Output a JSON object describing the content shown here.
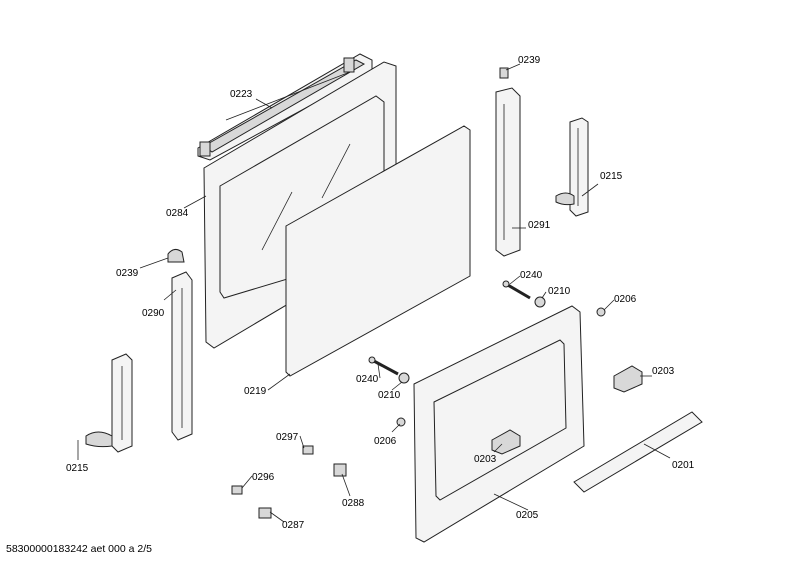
{
  "labels": {
    "l0223": "0223",
    "l0239a": "0239",
    "l0215a": "0215",
    "l0284": "0284",
    "l0291": "0291",
    "l0239b": "0239",
    "l0290": "0290",
    "l0240a": "0240",
    "l0210a": "0210",
    "l0206a": "0206",
    "l0219": "0219",
    "l0240b": "0240",
    "l0210b": "0210",
    "l0203a": "0203",
    "l0206b": "0206",
    "l0297": "0297",
    "l0203b": "0203",
    "l0201": "0201",
    "l0215b": "0215",
    "l0296": "0296",
    "l0288": "0288",
    "l0205": "0205",
    "l0287": "0287"
  },
  "footer": "58300000183242 aet 000 a 2/5"
}
